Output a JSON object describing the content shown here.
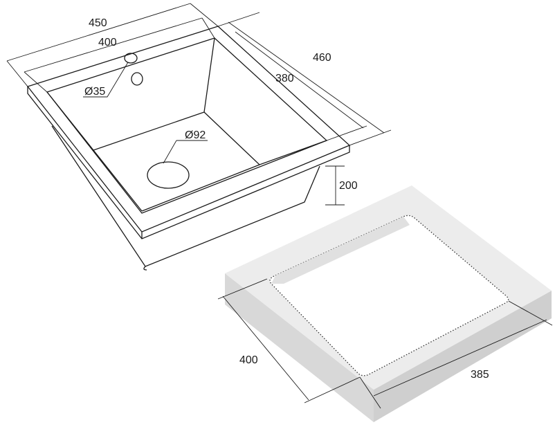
{
  "sink": {
    "width_outer": "450",
    "width_inner": "400",
    "depth_outer": "460",
    "depth_inner": "380",
    "bowl_depth": "200",
    "faucet_hole": "Ø35",
    "drain_hole": "Ø92"
  },
  "cutout": {
    "length": "400",
    "width": "385"
  },
  "colors": {
    "line": "#1a1a1a",
    "slab": "#e6e6e6"
  }
}
